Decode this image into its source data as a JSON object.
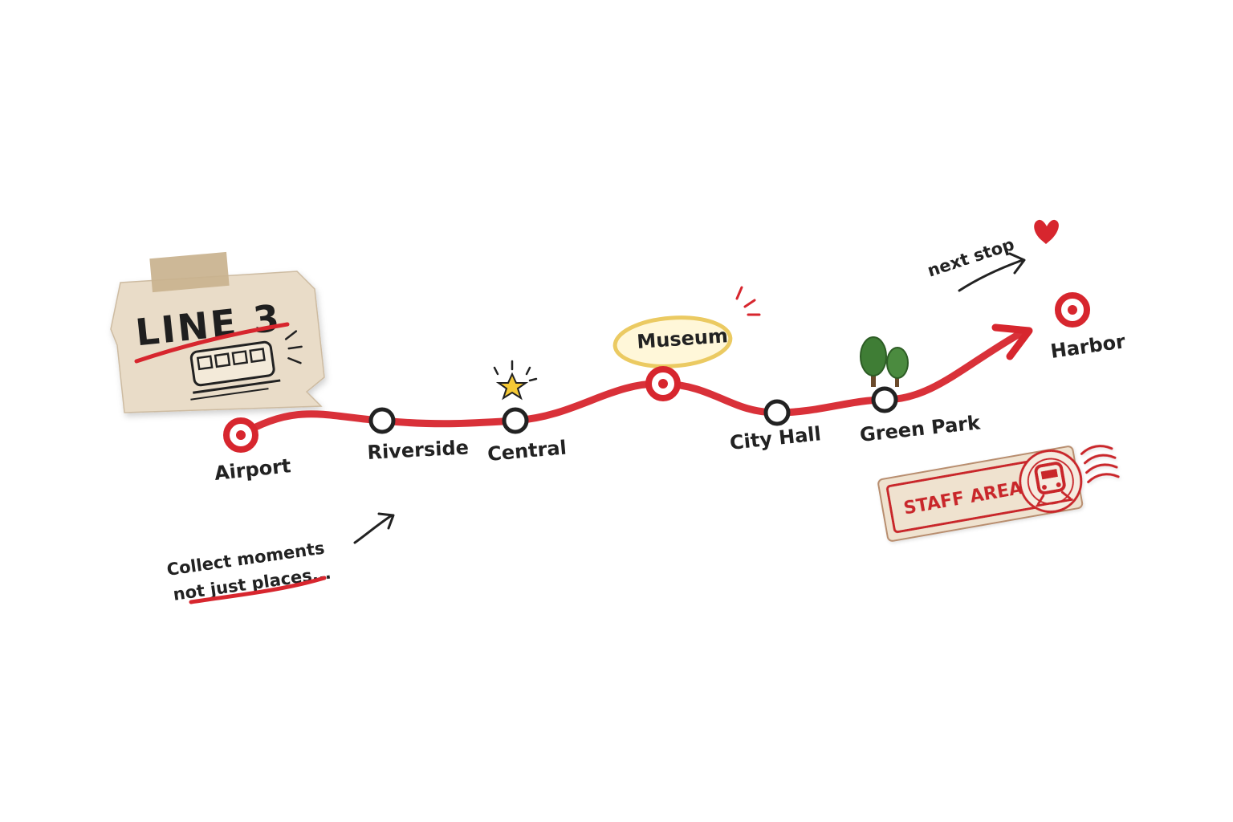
{
  "map": {
    "title": "LINE 3",
    "line_color": "#d7262e",
    "stations": [
      {
        "name": "Airport",
        "type": "terminal"
      },
      {
        "name": "Riverside",
        "type": "stop"
      },
      {
        "name": "Central",
        "type": "stop",
        "marker": "star-icon"
      },
      {
        "name": "Museum",
        "type": "major",
        "highlight": "halo"
      },
      {
        "name": "City Hall",
        "type": "stop"
      },
      {
        "name": "Green Park",
        "type": "stop",
        "marker": "tree-icon"
      },
      {
        "name": "Harbor",
        "type": "terminal"
      }
    ],
    "notes": {
      "next_stop": "next stop",
      "collect_line1": "Collect moments",
      "collect_line2": "not just places..."
    },
    "stamp": {
      "label": "STAFF AREA",
      "color": "#c9262c"
    },
    "icons": [
      "tram-icon",
      "star-icon",
      "tree-icon",
      "heart-icon",
      "arrow-icon",
      "train-stamp-icon",
      "tape-icon"
    ]
  }
}
